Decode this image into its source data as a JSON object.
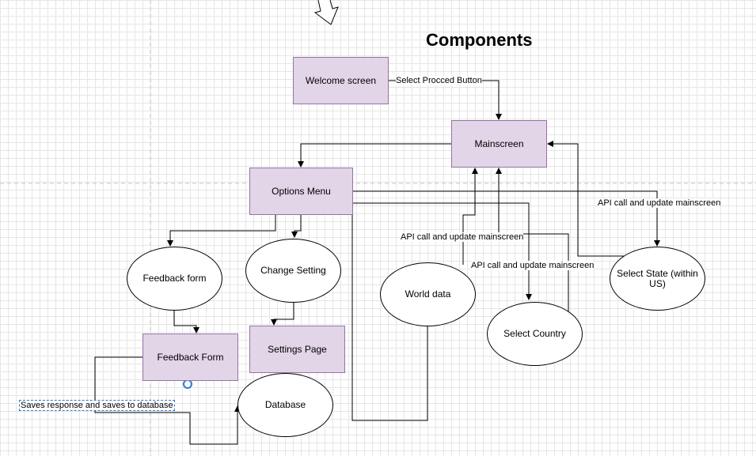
{
  "title": "Components",
  "nodes": {
    "welcome": "Welcome screen",
    "mainscreen": "Mainscreen",
    "options": "Options Menu",
    "feedback_form_circle": "Feedback form",
    "change_setting": "Change Setting",
    "feedback_form_box": "Feedback Form",
    "settings_page": "Settings Page",
    "database": "Database",
    "world_data": "World data",
    "select_country": "Select Country",
    "select_state": "Select State (within US)"
  },
  "edge_labels": {
    "proceed": "Select Procced Button",
    "api_state": "API call and update mainscreen",
    "api_world": "API call and update mainscreen",
    "api_country": "API call and update mainscreen",
    "saves": "Saves response and saves to database"
  },
  "colors": {
    "node_fill": "#e1d5e7",
    "node_stroke": "#9673a6",
    "selection": "#2b7cd3"
  }
}
